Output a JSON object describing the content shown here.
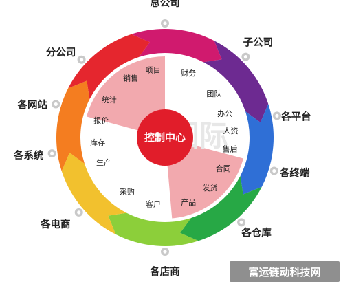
{
  "center": {
    "label": "控制中心",
    "color": "#e11d2a"
  },
  "outer_nodes": [
    {
      "label": "总公司",
      "angle": -90
    },
    {
      "label": "子公司",
      "angle": -45
    },
    {
      "label": "各平台",
      "angle": -11
    },
    {
      "label": "各终端",
      "angle": 17
    },
    {
      "label": "各仓库",
      "angle": 48
    },
    {
      "label": "各店商",
      "angle": 90
    },
    {
      "label": "各电商",
      "angle": 139
    },
    {
      "label": "各系统",
      "angle": 172
    },
    {
      "label": "各网站",
      "angle": 197
    },
    {
      "label": "分公司",
      "angle": 223
    }
  ],
  "inner_items": [
    "项目",
    "财务",
    "团队",
    "办公",
    "人资",
    "售后",
    "合同",
    "发货",
    "产品",
    "客户",
    "采购",
    "生产",
    "库存",
    "报价",
    "统计",
    "销售"
  ],
  "ring_colors": [
    "#d01a6e",
    "#6d2a91",
    "#2f6fd6",
    "#27a845",
    "#8ccf3a",
    "#f2c12e",
    "#f47d20",
    "#e5262e"
  ],
  "wedge_color": "#f2a9ae",
  "background_watermark": "国际",
  "watermark": "富运链动科技网"
}
